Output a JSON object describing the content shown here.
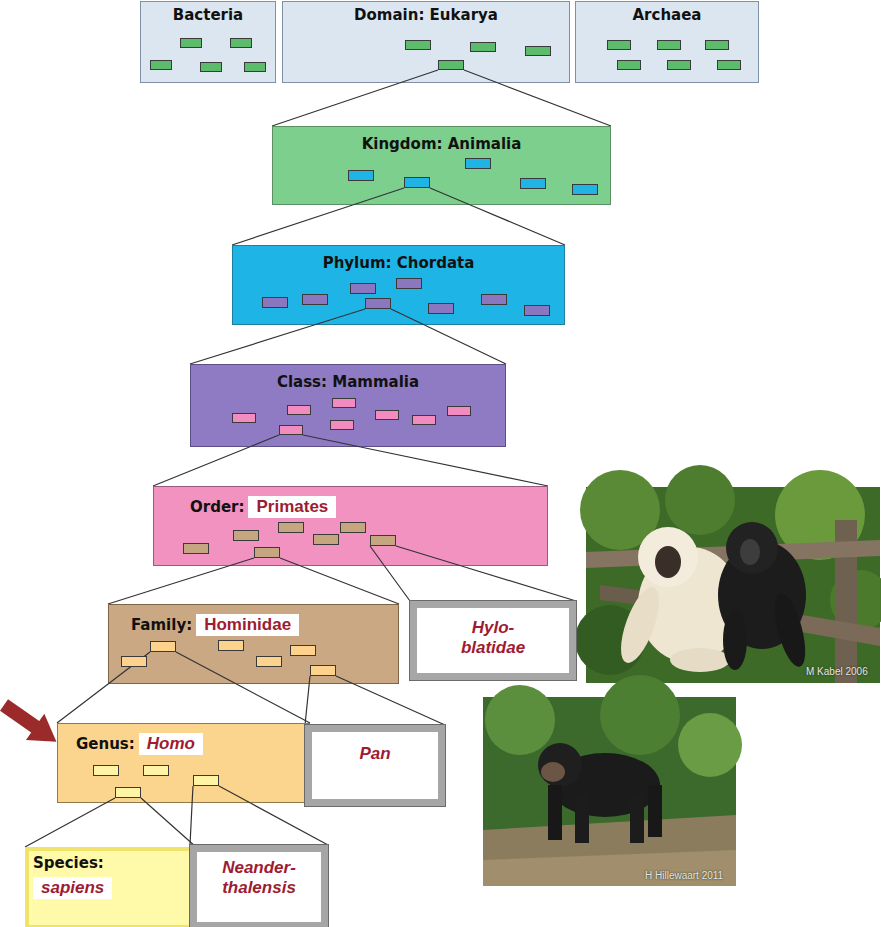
{
  "diagram": {
    "nodes": [
      {
        "text": [
          "Bacteria"
        ]
      },
      {
        "text": [
          "Domain: Eukarya"
        ]
      },
      {
        "text": [
          "Archaea"
        ]
      },
      {
        "text": [
          "Kingdom: Animalia"
        ]
      },
      {
        "text": [
          "Phylum: Chordata"
        ]
      },
      {
        "text": [
          "Class: Mammalia"
        ]
      },
      {
        "text": [
          "Order:",
          "Primates"
        ]
      },
      {
        "text": [
          "Family:",
          "Hominidae"
        ]
      },
      {
        "text": [
          "Hylo- blatidae"
        ]
      },
      {
        "text": [
          "Genus:",
          "Homo"
        ]
      },
      {
        "text": [
          "Pan"
        ]
      },
      {
        "text": [
          "Species:",
          "sapiens"
        ]
      },
      {
        "text": [
          "Neander- thalensis"
        ]
      }
    ],
    "edges": [
      {
        "from": 1,
        "to": 3,
        "arrow": "none"
      },
      {
        "from": 3,
        "to": 4,
        "arrow": "none"
      },
      {
        "from": 4,
        "to": 5,
        "arrow": "none"
      },
      {
        "from": 5,
        "to": 6,
        "arrow": "none"
      },
      {
        "from": 6,
        "to": 7,
        "arrow": "none"
      },
      {
        "from": 6,
        "to": 8,
        "arrow": "none"
      },
      {
        "from": 7,
        "to": 9,
        "arrow": "none"
      },
      {
        "from": 7,
        "to": 10,
        "arrow": "none"
      },
      {
        "from": 9,
        "to": 11,
        "arrow": "none"
      },
      {
        "from": 9,
        "to": 12,
        "arrow": "none"
      }
    ],
    "labels": [
      "M Kabel 2006",
      "H Hillewaart 2011"
    ]
  }
}
